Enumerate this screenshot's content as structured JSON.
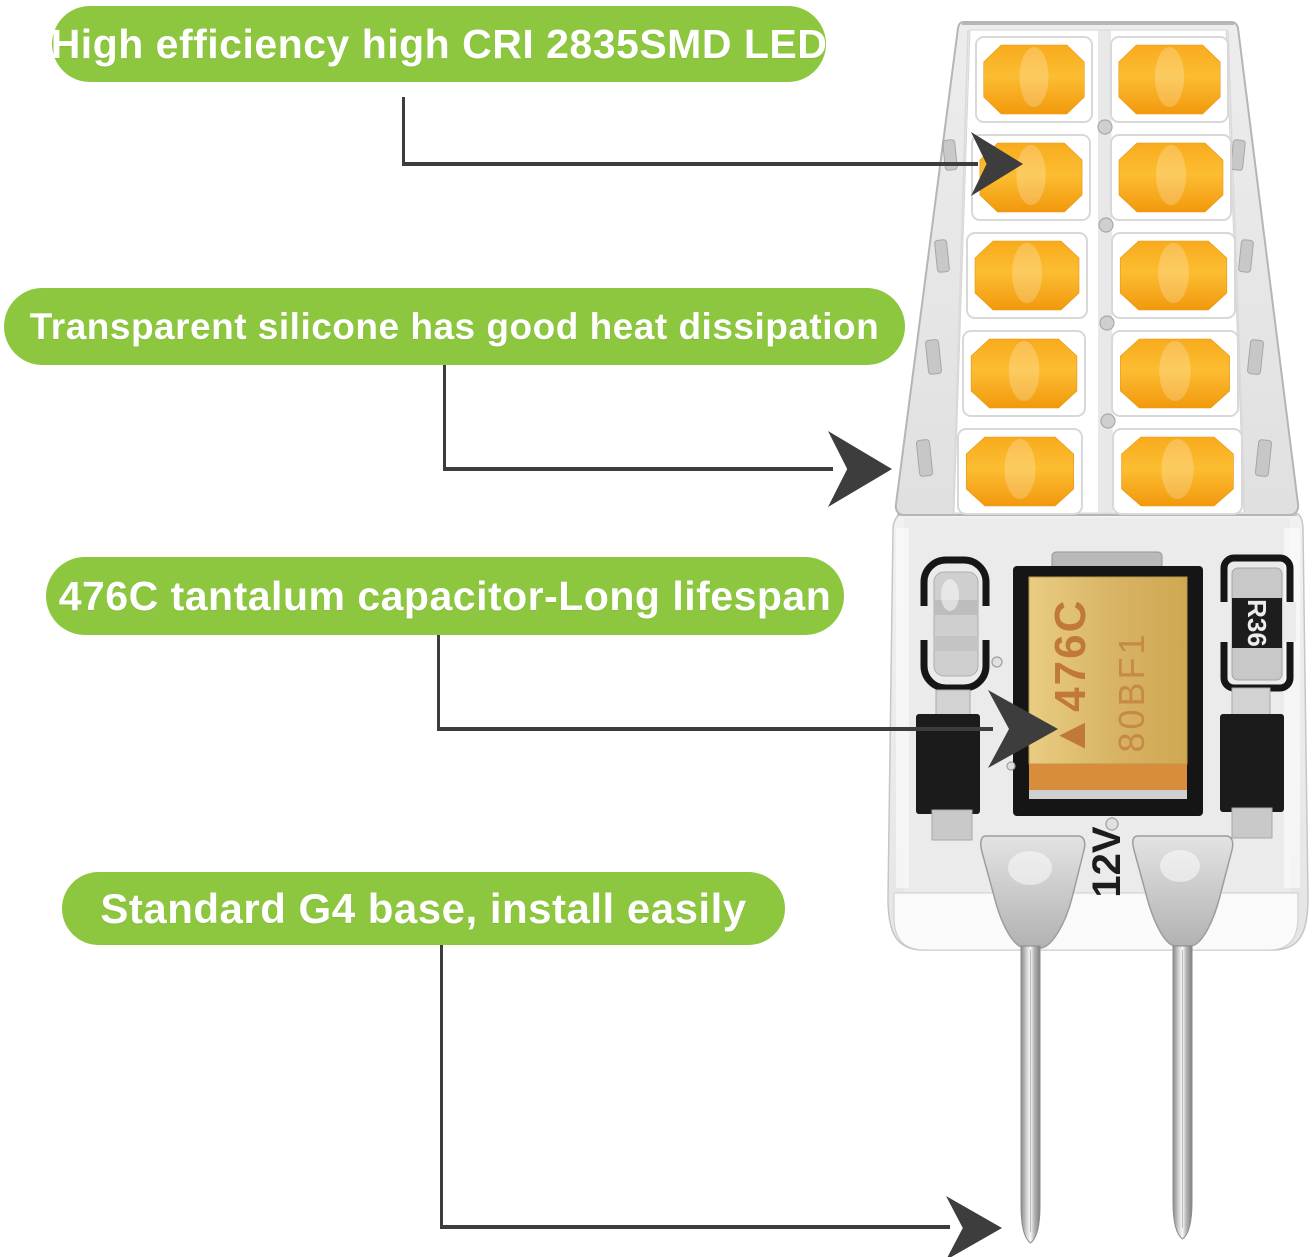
{
  "infographic": {
    "product": "G4 LED bulb",
    "callouts": [
      {
        "label": "High efficiency high CRI 2835SMD LED",
        "target": "led-array"
      },
      {
        "label": "Transparent silicone has good heat dissipation",
        "target": "silicone-housing"
      },
      {
        "label": "476C tantalum capacitor-Long lifespan",
        "target": "tantalum-capacitor"
      },
      {
        "label": "Standard G4 base, install easily",
        "target": "g4-pins"
      }
    ]
  },
  "bulb_markings": {
    "capacitor_marking": "▲476C",
    "capacitor_code": "80BF1",
    "resistor_code": "R36",
    "voltage": "12V"
  },
  "led_grid": {
    "rows": 5,
    "columns": 2,
    "led_type": "2835 SMD"
  },
  "colors": {
    "callout_green": "#8dc63f",
    "connector_gray": "#3d3d3d",
    "led_amber": "#f7a51e",
    "capacitor_tan": "#d8b364",
    "capacitor_print": "#c1793a"
  }
}
